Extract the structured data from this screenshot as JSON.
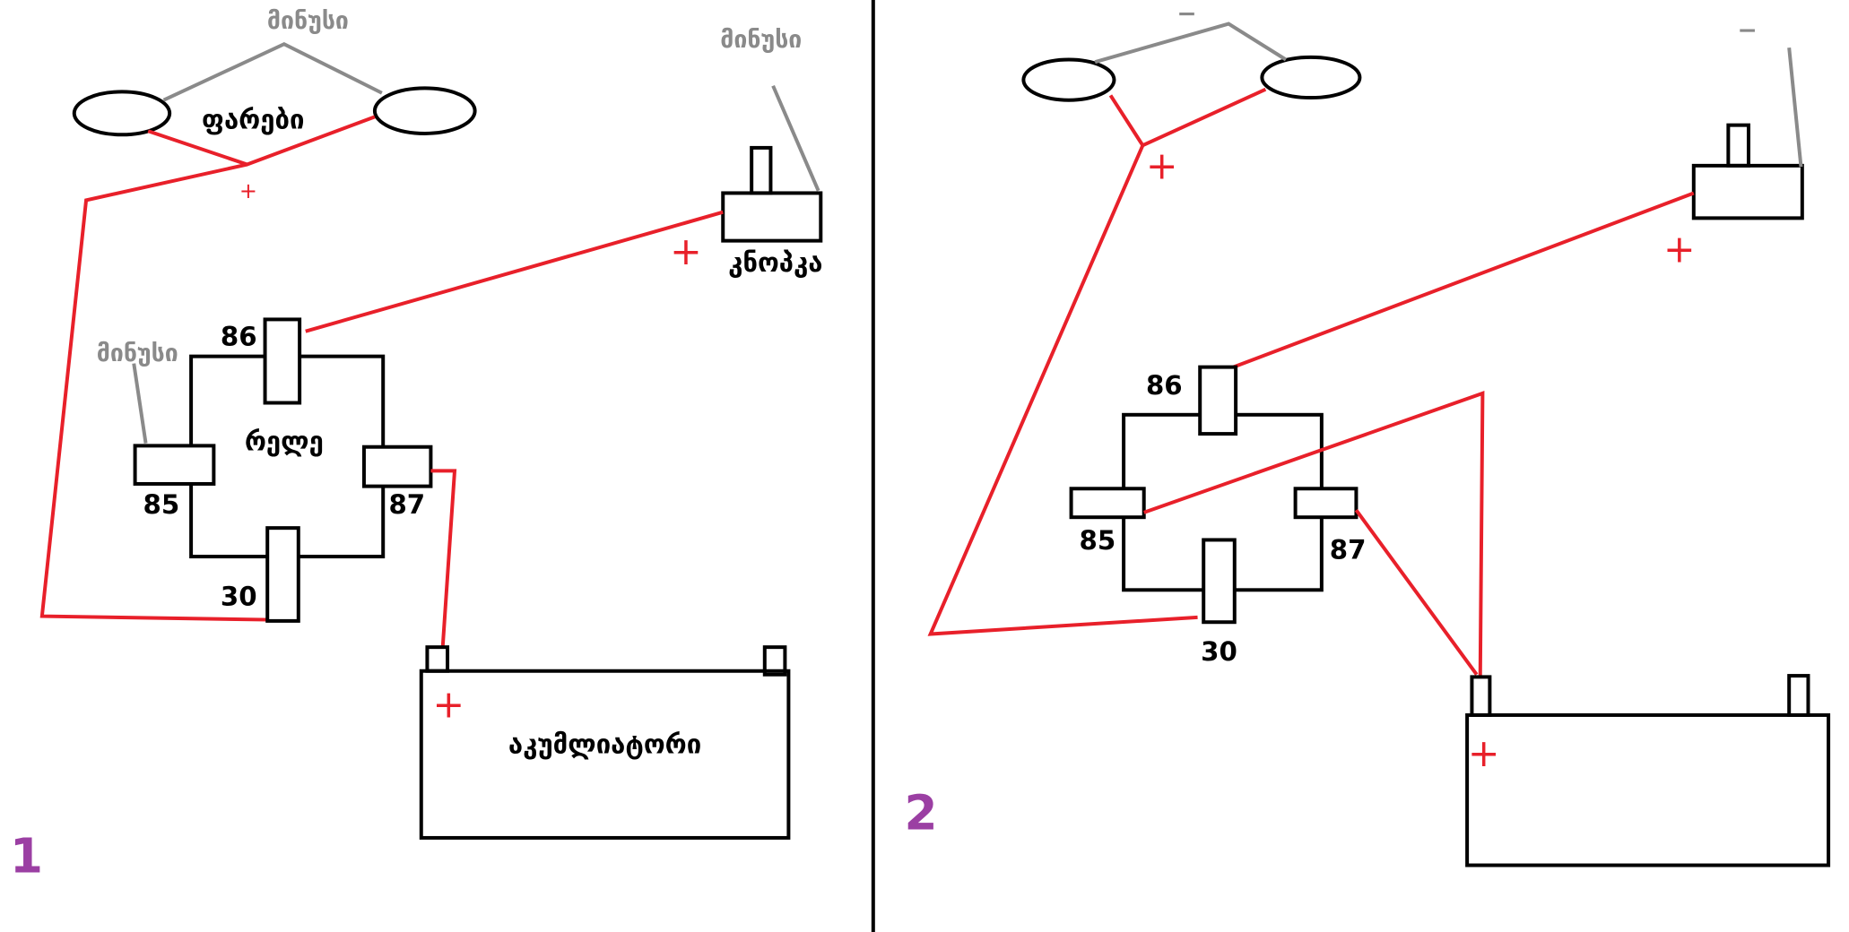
{
  "diagram1": {
    "number": "1",
    "headlights_label": "ფარები",
    "headlights_minus": "მინუსი",
    "button_minus": "მინუსი",
    "button_label": "კნოპკა",
    "relay_label": "რელე",
    "relay_minus": "მინუსი",
    "battery_label": "აკუმლიატორი",
    "plus": "+",
    "pins": {
      "p86": "86",
      "p85": "85",
      "p87": "87",
      "p30": "30"
    }
  },
  "diagram2": {
    "number": "2",
    "minus": "−",
    "plus": "+",
    "pins": {
      "p86": "86",
      "p85": "85",
      "p87": "87",
      "p30": "30"
    }
  },
  "colors": {
    "wire_positive": "#e8202a",
    "wire_ground": "#8a8a8a",
    "number": "#9b3fa3"
  }
}
